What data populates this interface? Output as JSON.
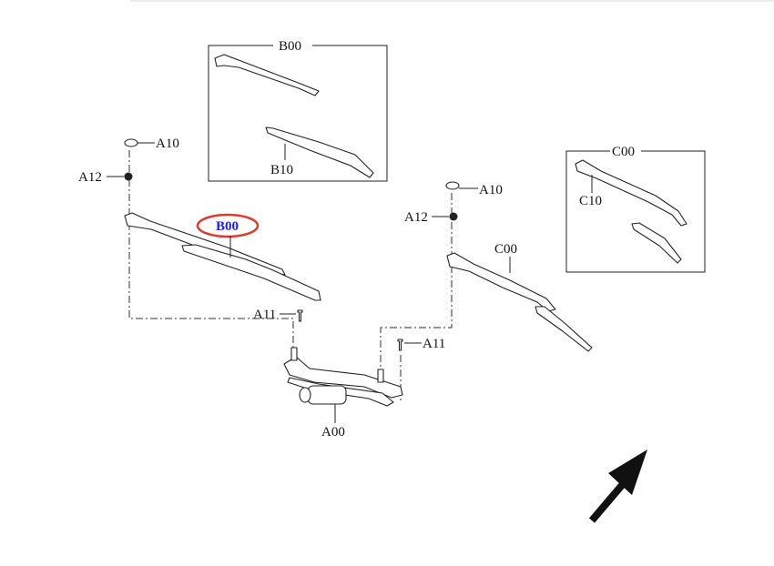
{
  "labels": {
    "b00_box": "B00",
    "b10": "B10",
    "c00_box": "C00",
    "c10": "C10",
    "a10_left": "A10",
    "a12_left": "A12",
    "b00_highlight": "B00",
    "a10_right": "A10",
    "a12_right": "A12",
    "c00": "C00",
    "a11_left": "A11",
    "a11_right": "A11",
    "a00": "A00"
  },
  "colors": {
    "highlight_ring": "#e03a2f",
    "highlight_text": "#1a1aff"
  },
  "icons": {
    "direction": "arrow-up-right-icon"
  }
}
